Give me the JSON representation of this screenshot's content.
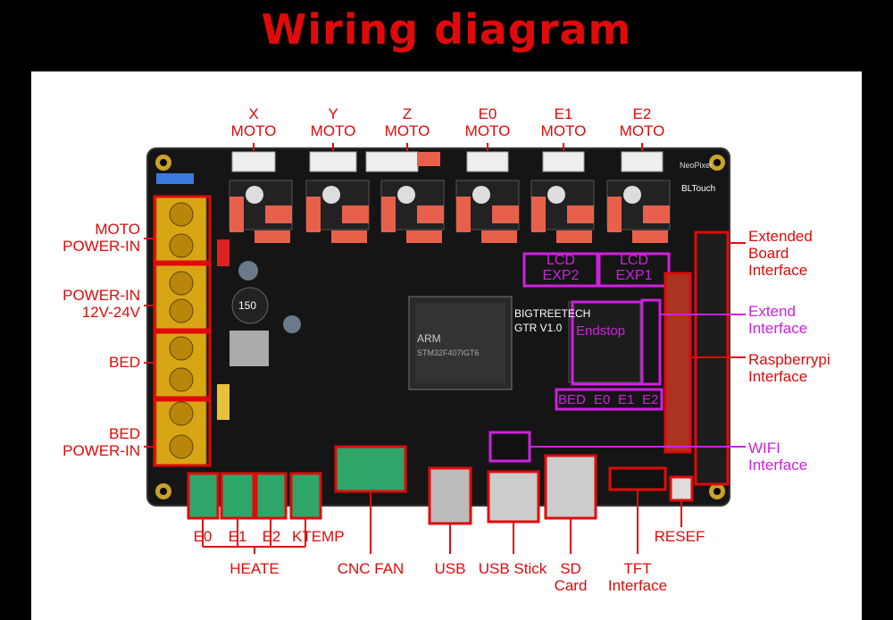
{
  "title": "Wiring diagram",
  "board": {
    "brand": "BIGTREETECH",
    "model": "GTR V1.0",
    "chip_line1": "STM32F407IGT6",
    "chip_line2": "ARM",
    "cap_text": "150",
    "neopixel": "NeoPixel",
    "bltouch": "BLTouch"
  },
  "motors": [
    "X\nMOTO",
    "Y\nMOTO",
    "Z\nMOTO",
    "E0\nMOTO",
    "E1\nMOTO",
    "E2\nMOTO"
  ],
  "left_labels": [
    "MOTO\nPOWER-IN",
    "POWER-IN\n12V-24V",
    "BED",
    "BED\nPOWER-IN"
  ],
  "right_labels": [
    "Extended\nBoard\nInterface",
    "Extend\nInterface",
    "Raspberrypi\nInterface",
    "WIFI\nInterface"
  ],
  "bottom_labels": {
    "e0": "E0",
    "e1": "E1",
    "e2": "E2",
    "ktemp": "KTEMP",
    "heate": "HEATE",
    "cnc_fan": "CNC FAN",
    "usb": "USB",
    "usb_stick": "USB Stick",
    "sd_card": "SD\nCard",
    "tft": "TFT\nInterface",
    "reset": "RESEF"
  },
  "on_board": {
    "lcd_exp2": "LCD\nEXP2",
    "lcd_exp1": "LCD\nEXP1",
    "endstop": "Endstop",
    "bed": "BED",
    "e0": "E0",
    "e1": "E1",
    "e2": "E2"
  },
  "colors": {
    "title": "#e10a0a",
    "label_red": "#e10a0a",
    "label_magenta": "#d020e0",
    "pcb": "#141414",
    "terminal": "#d8a514",
    "green_terminal": "#2ea66a"
  }
}
